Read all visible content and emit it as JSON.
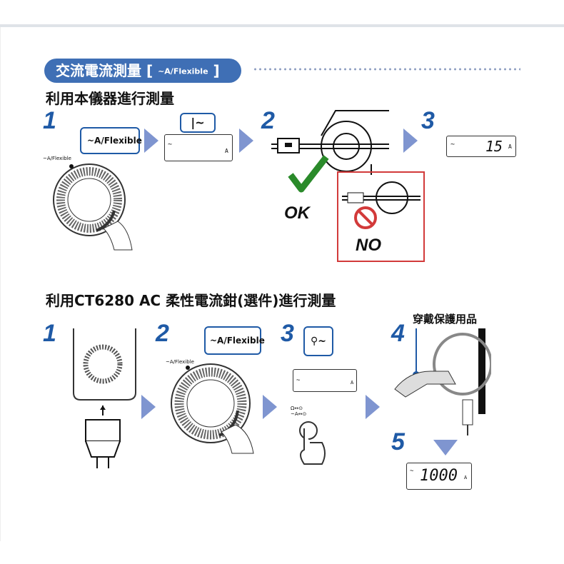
{
  "section_title": {
    "main": "交流電流測量",
    "bracket_open": "[",
    "mode": "~A/Flexible",
    "bracket_close": "]"
  },
  "part1": {
    "heading": "利用本儀器進行測量",
    "steps": [
      "1",
      "2",
      "3"
    ],
    "bubble_label": "~A/Flexible",
    "dial_label": "~A/Flexible",
    "lcd1": {
      "symbol": "~",
      "unit": "A",
      "bubble": "|~"
    },
    "ok_label": "OK",
    "no_label": "NO",
    "lcd3": {
      "symbol": "~",
      "value": "15",
      "unit": "A"
    }
  },
  "part2": {
    "heading": "利用CT6280 AC 柔性電流鉗(選件)進行測量",
    "protective_note": "穿戴保護用品",
    "steps": [
      "1",
      "2",
      "3",
      "4",
      "5"
    ],
    "bubble_label": "~A/Flexible",
    "dial_label": "~A/Flexible",
    "lcd_step3": {
      "symbol": "~",
      "unit": "A"
    },
    "button_label": "Ω↔⊙ ~A↔⊙",
    "lcd5": {
      "symbol": "~",
      "value": "1000",
      "unit": "A"
    }
  },
  "colors": {
    "accent": "#3f6fb5",
    "number": "#1f5aa6",
    "arrow": "#7f95d0",
    "no_box": "#d23a3a",
    "check": "#2a8a2a"
  }
}
